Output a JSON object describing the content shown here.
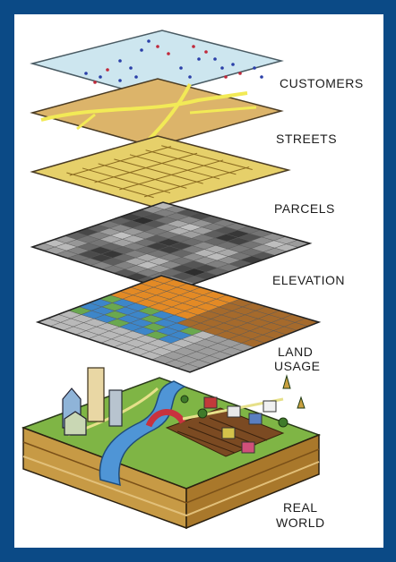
{
  "layers": [
    {
      "key": "customers",
      "label": "CUSTOMERS"
    },
    {
      "key": "streets",
      "label": "STREETS"
    },
    {
      "key": "parcels",
      "label": "PARCELS"
    },
    {
      "key": "elevation",
      "label": "ELEVATION"
    },
    {
      "key": "land_usage",
      "label_line1": "LAND",
      "label_line2": "USAGE"
    },
    {
      "key": "real_world",
      "label_line1": "REAL",
      "label_line2": "WORLD"
    }
  ],
  "colors": {
    "frame_border": "#0b4a86",
    "customers_layer": "#cde6ef",
    "customer_dot_blue": "#2a3fa8",
    "customer_dot_red": "#c0283a",
    "streets_layer": "#dcb46a",
    "street_line": "#f2ea56",
    "parcels_layer": "#e6d06a",
    "elevation_dark": "#2c2c2c",
    "elevation_light": "#b8b8b8",
    "land_water": "#3d86c9",
    "land_grass": "#6aa84f",
    "land_orange": "#e38a25",
    "land_brown": "#a56a2c",
    "terrain_green": "#7fb545",
    "river_blue": "#4f95d6",
    "soil_brown": "#b5842f"
  }
}
